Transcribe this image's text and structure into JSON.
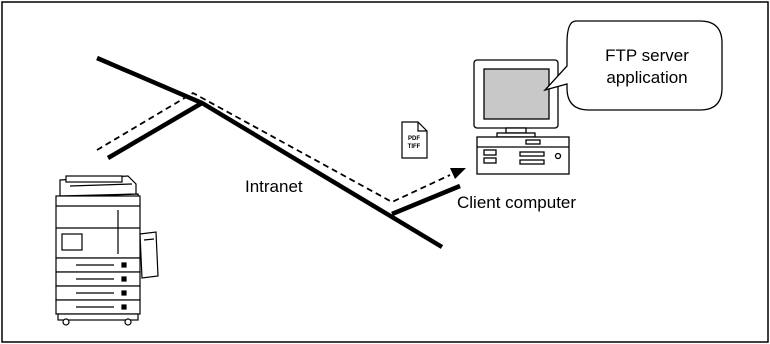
{
  "labels": {
    "network": "Intranet",
    "client": "Client computer",
    "callout_line1": "FTP server",
    "callout_line2": "application",
    "file_line1": "PDF",
    "file_line2": "TIFF"
  },
  "icons": {
    "multifunction_printer": "mfp-printer-icon",
    "client_computer": "desktop-computer-icon",
    "document": "document-file-icon"
  },
  "colors": {
    "line": "#000000",
    "monitor_screen": "#c8c8c8",
    "background": "#ffffff"
  }
}
